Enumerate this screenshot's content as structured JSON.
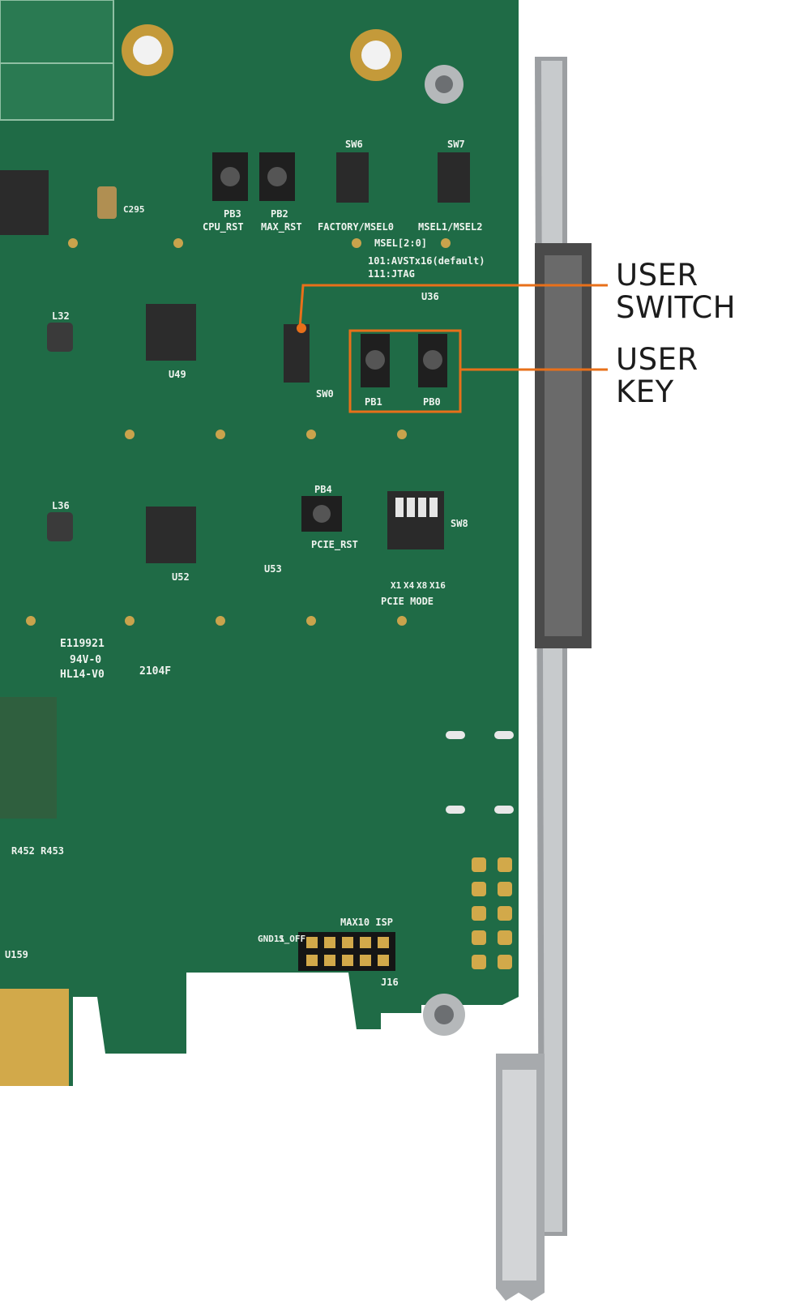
{
  "callouts": {
    "user_switch": {
      "line1": "USER",
      "line2": "SWITCH"
    },
    "user_key": {
      "line1": "USER",
      "line2": "KEY"
    }
  },
  "highlight_color": "#e8701a",
  "board_color": "#1f6b46",
  "silkscreen": {
    "cpu_rst": "CPU_RST",
    "max_rst": "MAX_RST",
    "factory": "FACTORY/MSEL0",
    "msel12": "MSEL1/MSEL2",
    "msel": "MSEL[2:0]",
    "avst": "101:AVSTx16(default)",
    "jtag": "111:JTAG",
    "pb3": "PB3",
    "pb2": "PB2",
    "pb1": "PB1",
    "pb0": "PB0",
    "pb4": "PB4",
    "sw0": "SW0",
    "sw6": "SW6",
    "sw7": "SW7",
    "sw8": "SW8",
    "pcie_rst": "PCIE_RST",
    "pcie_mode": "PCIE MODE",
    "modes": [
      "X1",
      "X4",
      "X8",
      "X16"
    ],
    "u36": "U36",
    "u49": "U49",
    "u52": "U52",
    "u53": "U53",
    "e119921": "E119921",
    "v0": "94V-0",
    "hl14": "HL14-V0",
    "date": "2104F",
    "max10_isp": "MAX10 ISP",
    "j16": "J16",
    "gnd11": "GND11",
    "s_off": "S_OFF",
    "r452": "R452 R453",
    "u159": "U159",
    "c295": "C295",
    "l32": "L32",
    "l36": "L36"
  }
}
